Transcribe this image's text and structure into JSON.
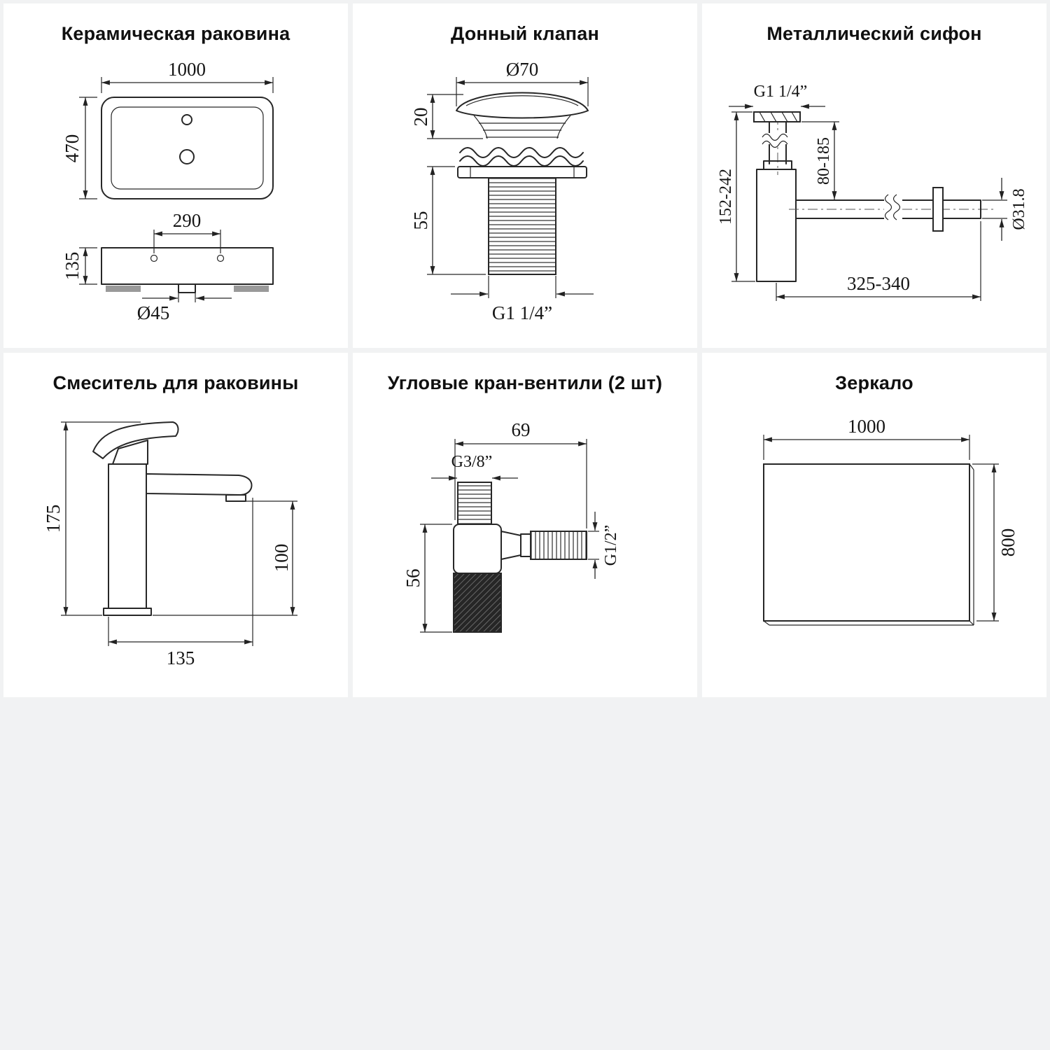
{
  "page": {
    "background_color": "#f1f2f3",
    "panel_color": "#ffffff",
    "line_color": "#272727"
  },
  "panels": {
    "sink": {
      "title": "Керамическая раковина",
      "dim_width": "1000",
      "dim_depth": "470",
      "dim_holes": "290",
      "dim_height": "135",
      "dim_drain": "Ø45"
    },
    "drain_valve": {
      "title": "Донный клапан",
      "dim_diameter": "Ø70",
      "dim_cap_height": "20",
      "dim_thread_length": "55",
      "dim_thread": "G1 1/4”"
    },
    "siphon": {
      "title": "Металлический сифон",
      "dim_thread": "G1 1/4”",
      "dim_height": "152-242",
      "dim_inlet": "80-185",
      "dim_pipe_diameter": "Ø31.8",
      "dim_length": "325-340"
    },
    "mixer": {
      "title": "Смеситель для раковины",
      "dim_height": "175",
      "dim_spout_height": "100",
      "dim_spout_reach": "135"
    },
    "angle_valves": {
      "title": "Угловые кран-вентили (2 шт)",
      "dim_width": "69",
      "dim_inlet_thread": "G3/8”",
      "dim_height": "56",
      "dim_outlet_thread": "G1/2”"
    },
    "mirror": {
      "title": "Зеркало",
      "dim_width": "1000",
      "dim_height": "800"
    }
  }
}
